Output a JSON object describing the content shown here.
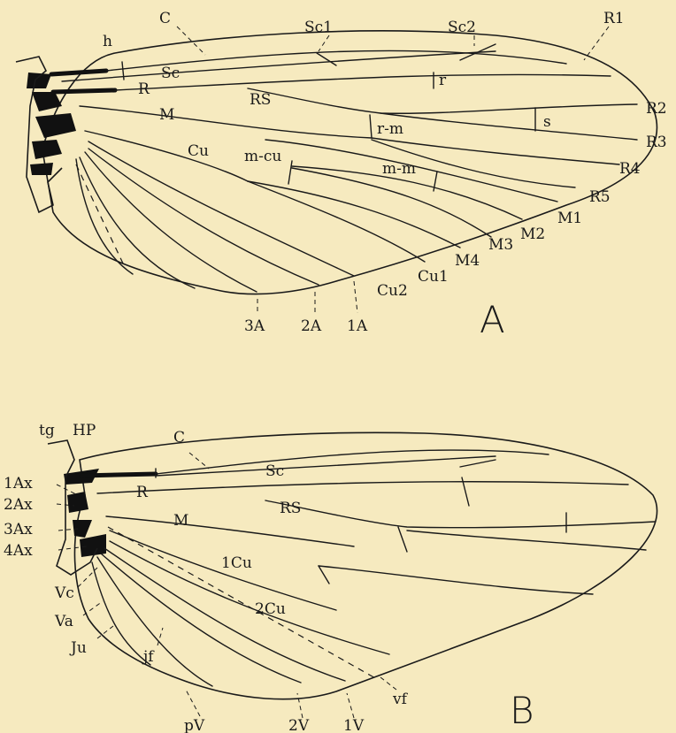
{
  "figure": {
    "wing_a": {
      "panel_letter": "A",
      "labels": {
        "C": "C",
        "Sc1": "Sc1",
        "Sc2": "Sc2",
        "R1": "R1",
        "h": "h",
        "Sc": "Sc",
        "R": "R",
        "Rs": "RS",
        "r": "r",
        "R2": "R2",
        "M": "M",
        "s": "s",
        "rm": "r-m",
        "R3": "R3",
        "Cu": "Cu",
        "mcu": "m-cu",
        "R4": "R4",
        "mm": "m-m",
        "R5": "R5",
        "M1": "M1",
        "M2": "M2",
        "M3": "M3",
        "M4": "M4",
        "Cu1": "Cu1",
        "Cu2": "Cu2",
        "A3": "3A",
        "A2": "2A",
        "A1": "1A"
      }
    },
    "wing_b": {
      "panel_letter": "B",
      "labels": {
        "tg": "tg",
        "HP": "HP",
        "C": "C",
        "Sc": "Sc",
        "R": "R",
        "Rs": "RS",
        "Ax1": "1Ax",
        "Ax2": "2Ax",
        "Ax3": "3Ax",
        "Ax4": "4Ax",
        "M": "M",
        "Cu1": "1Cu",
        "Cu2": "2Cu",
        "Vc": "Vc",
        "Va": "Va",
        "Ju": "Ju",
        "jf": "jf",
        "pV": "pV",
        "V2": "2V",
        "V1": "1V",
        "vf": "vf"
      }
    }
  }
}
